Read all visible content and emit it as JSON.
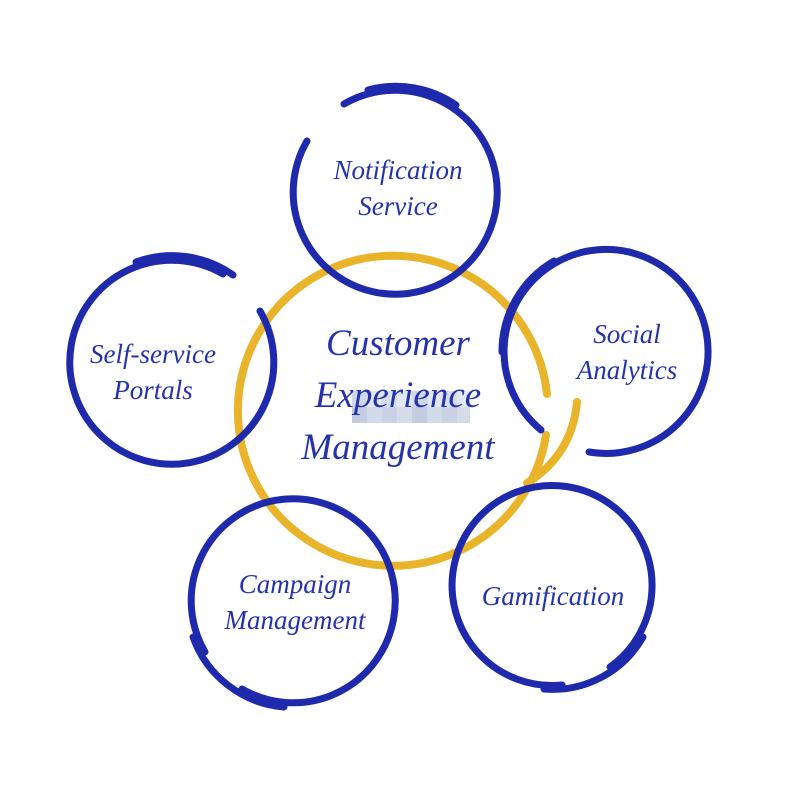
{
  "diagram": {
    "title": "Customer Experience Management",
    "center": {
      "lines": [
        "Customer",
        "Experience",
        "Management"
      ],
      "ring_color": "#E9B32A",
      "text_color": "#2433AD"
    },
    "nodes": [
      {
        "id": "notification-service",
        "lines": [
          "Notification",
          "Service"
        ]
      },
      {
        "id": "social-analytics",
        "lines": [
          "Social",
          "Analytics"
        ]
      },
      {
        "id": "gamification",
        "lines": [
          "Gamification"
        ]
      },
      {
        "id": "campaign-management",
        "lines": [
          "Campaign",
          "Management"
        ]
      },
      {
        "id": "self-service-portals",
        "lines": [
          "Self-service",
          "Portals"
        ]
      }
    ],
    "node_ring_color": "#1E2AAB",
    "text_color": "#2433AD"
  }
}
